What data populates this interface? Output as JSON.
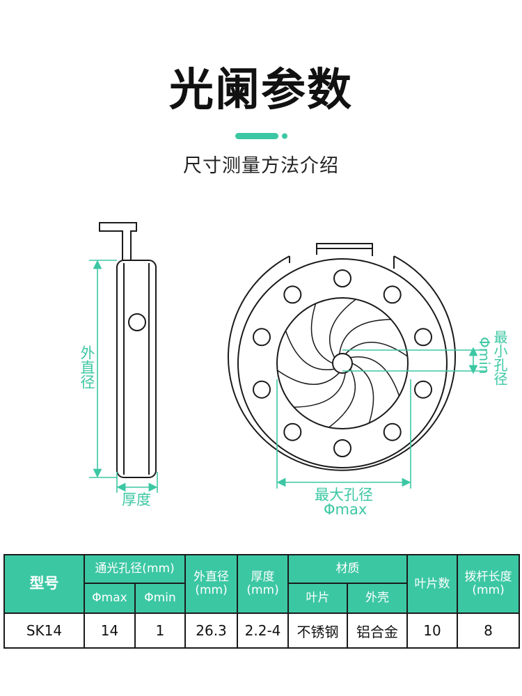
{
  "header": {
    "title": "光阑参数",
    "subtitle": "尺寸测量方法介绍"
  },
  "colors": {
    "accent": "#3cc7a3",
    "table_header": "#3cc7a3",
    "line": "#1a1a1a"
  },
  "diagram": {
    "side_view": {
      "outer_diameter_label": "外直径",
      "thickness_label": "厚度"
    },
    "front_view": {
      "min_aperture_label": "最小孔径",
      "min_aperture_symbol": "Φmin",
      "max_aperture_label": "最大孔径",
      "max_aperture_symbol": "Φmax"
    }
  },
  "table": {
    "headers": {
      "model": "型号",
      "aperture": "通光孔径(mm)",
      "phi_max": "Φmax",
      "phi_min": "Φmin",
      "outer_diameter": "外直径(mm)",
      "thickness": "厚度(mm)",
      "material": "材质",
      "blade": "叶片",
      "shell": "外壳",
      "blade_count": "叶片数",
      "lever_length": "拨杆长度(mm)"
    },
    "rows": [
      {
        "model": "SK14",
        "phi_max": "14",
        "phi_min": "1",
        "outer_diameter": "26.3",
        "thickness": "2.2-4",
        "blade": "不锈钢",
        "shell": "铝合金",
        "blade_count": "10",
        "lever_length": "8"
      }
    ]
  }
}
